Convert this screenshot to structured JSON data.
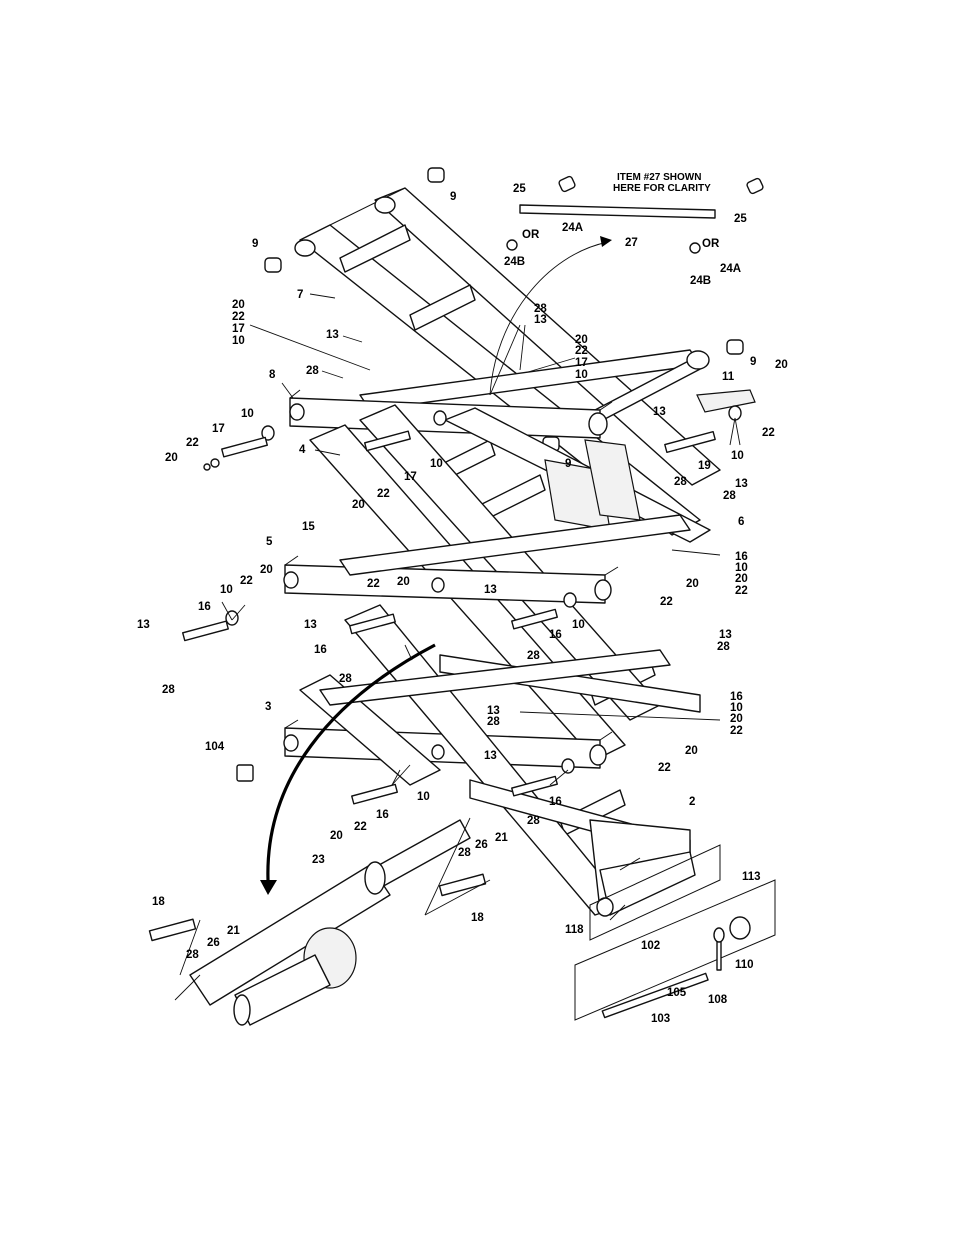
{
  "note": {
    "line1": "ITEM #27 SHOWN",
    "line2": "HERE FOR CLARITY"
  },
  "callouts": [
    "9",
    "9",
    "25",
    "24A",
    "OR",
    "24B",
    "27",
    "25",
    "OR",
    "24A",
    "24B",
    "7",
    "20",
    "22",
    "17",
    "10",
    "13",
    "28",
    "28",
    "13",
    "20",
    "22",
    "17",
    "10",
    "9",
    "20",
    "11",
    "22",
    "8",
    "10",
    "17",
    "22",
    "20",
    "13",
    "4",
    "10",
    "17",
    "20",
    "22",
    "9",
    "19",
    "10",
    "28",
    "13",
    "28",
    "6",
    "16",
    "10",
    "20",
    "22",
    "15",
    "5",
    "22",
    "20",
    "10",
    "16",
    "13",
    "13",
    "22",
    "20",
    "13",
    "16",
    "10",
    "28",
    "16",
    "28",
    "20",
    "22",
    "13",
    "28",
    "28",
    "16",
    "10",
    "20",
    "22",
    "3",
    "104",
    "13",
    "13",
    "28",
    "10",
    "16",
    "20",
    "22",
    "16",
    "28",
    "20",
    "22",
    "2",
    "28",
    "26",
    "21",
    "23",
    "18",
    "18",
    "26",
    "21",
    "28",
    "118",
    "113",
    "102",
    "110",
    "105",
    "108",
    "103"
  ]
}
